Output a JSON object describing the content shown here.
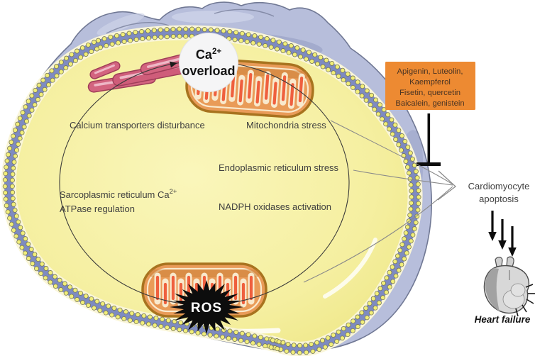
{
  "cell": {
    "ca_overload": {
      "base": "Ca",
      "sup": "2+",
      "word": "overload"
    },
    "labels": {
      "calcium": "Calcium transporters disturbance",
      "mitochondria": "Mitochondria stress",
      "er": "Endoplasmic reticulum stress",
      "sarco_line1": "Sarcoplasmic reticulum Ca",
      "sarco_sup": "2+",
      "sarco_line2": "ATPase regulation",
      "nadph": "NADPH oxidases activation"
    },
    "ros": "ROS"
  },
  "flavonoid_box": {
    "lines": [
      "Apigenin, Luteolin,",
      "Kaempferol",
      "Fisetin, quercetin",
      "Baicalein, genistein"
    ]
  },
  "outcome": {
    "line1": "Cardiomyocyte",
    "line2": "apoptosis"
  },
  "heart_failure": "Heart failure",
  "colors": {
    "membrane_band": "#7e8bc1",
    "bead_fill": "#f1ee79",
    "bead_stroke": "#77775a",
    "cytoplasm": "#f5f0a0",
    "outer_matrix": "#b7bedb",
    "mito_outline": "#a8731f",
    "mito_body": "#e99b58",
    "mito_inner_finger": "#ef5f3e",
    "cristae": "#f9e9cd",
    "sr_pink": "#d3647f",
    "ros_star": "#0d0d0d",
    "box_bg": "#ed8a32",
    "box_text": "#4a3423",
    "label_text": "#3f3f3f",
    "heart_gray": "#d8d8d8"
  }
}
